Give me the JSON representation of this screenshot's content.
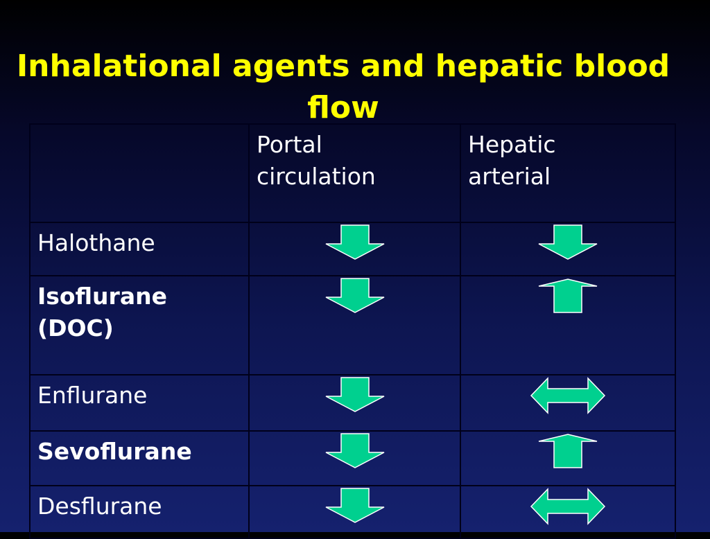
{
  "slide": {
    "title": "Inhalational agents and hepatic blood flow"
  },
  "table": {
    "headers": [
      "",
      "Portal\ncirculation",
      "Hepatic\narterial"
    ],
    "rows": [
      {
        "agent": "Halothane",
        "bold": false,
        "portal": "down",
        "hepatic": "down"
      },
      {
        "agent": "Isoflurane\n(DOC)",
        "bold": true,
        "portal": "down",
        "hepatic": "up"
      },
      {
        "agent": "Enflurane",
        "bold": false,
        "portal": "down",
        "hepatic": "both"
      },
      {
        "agent": "Sevoflurane",
        "bold": true,
        "portal": "down",
        "hepatic": "up"
      },
      {
        "agent": "Desflurane",
        "bold": false,
        "portal": "down",
        "hepatic": "both"
      }
    ]
  },
  "colors": {
    "title": "#ffff00",
    "arrow_fill": "#00d08f",
    "arrow_stroke": "#ffffff"
  },
  "icons": {
    "down": "arrow-down-icon",
    "up": "arrow-up-icon",
    "both": "arrow-left-right-icon"
  }
}
